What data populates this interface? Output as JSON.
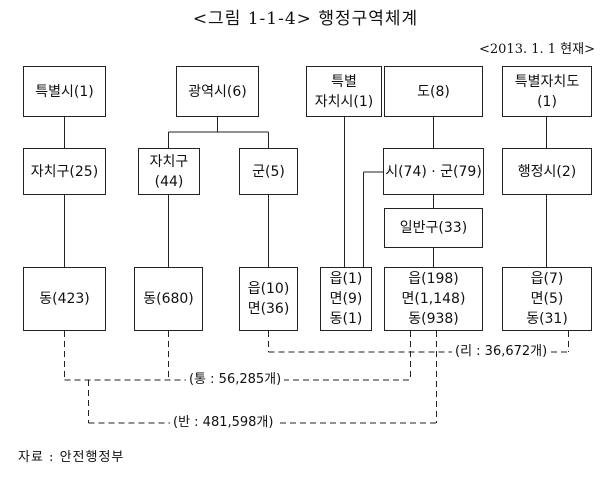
{
  "title": "<그림 1-1-4> 행정구역체계",
  "date_note": "<2013. 1. 1 현재>",
  "boxes": {
    "special_city": [
      "특별시(1)"
    ],
    "metro_city": [
      "광역시(6)"
    ],
    "special_self_city": [
      "특별",
      "자치시(1)"
    ],
    "province": [
      "도(8)"
    ],
    "special_self_province": [
      "특별자치도",
      "(1)"
    ],
    "jachigu_1": [
      "자치구(25)"
    ],
    "jachigu_2": [
      "자치구",
      "(44)"
    ],
    "gun_1": [
      "군(5)"
    ],
    "si_gun": [
      "시(74) · 군(79)"
    ],
    "admin_city": [
      "행정시(2)"
    ],
    "ilbangu": [
      "일반구(33)"
    ],
    "dong_1": [
      "동(423)"
    ],
    "dong_2": [
      "동(680)"
    ],
    "eup_myeon_1": [
      "읍(10)",
      "면(36)"
    ],
    "eup_myeon_dong_1": [
      "읍(1)",
      "면(9)",
      "동(1)"
    ],
    "eup_myeon_dong_2": [
      "읍(198)",
      "면(1,148)",
      "동(938)"
    ],
    "eup_myeon_dong_3": [
      "읍(7)",
      "면(5)",
      "동(31)"
    ]
  },
  "labels": {
    "ri": "(리 : 36,672개)",
    "tong": "(통 : 56,285개)",
    "ban": "(반 : 481,598개)"
  },
  "source": "자료 : 안전행정부"
}
